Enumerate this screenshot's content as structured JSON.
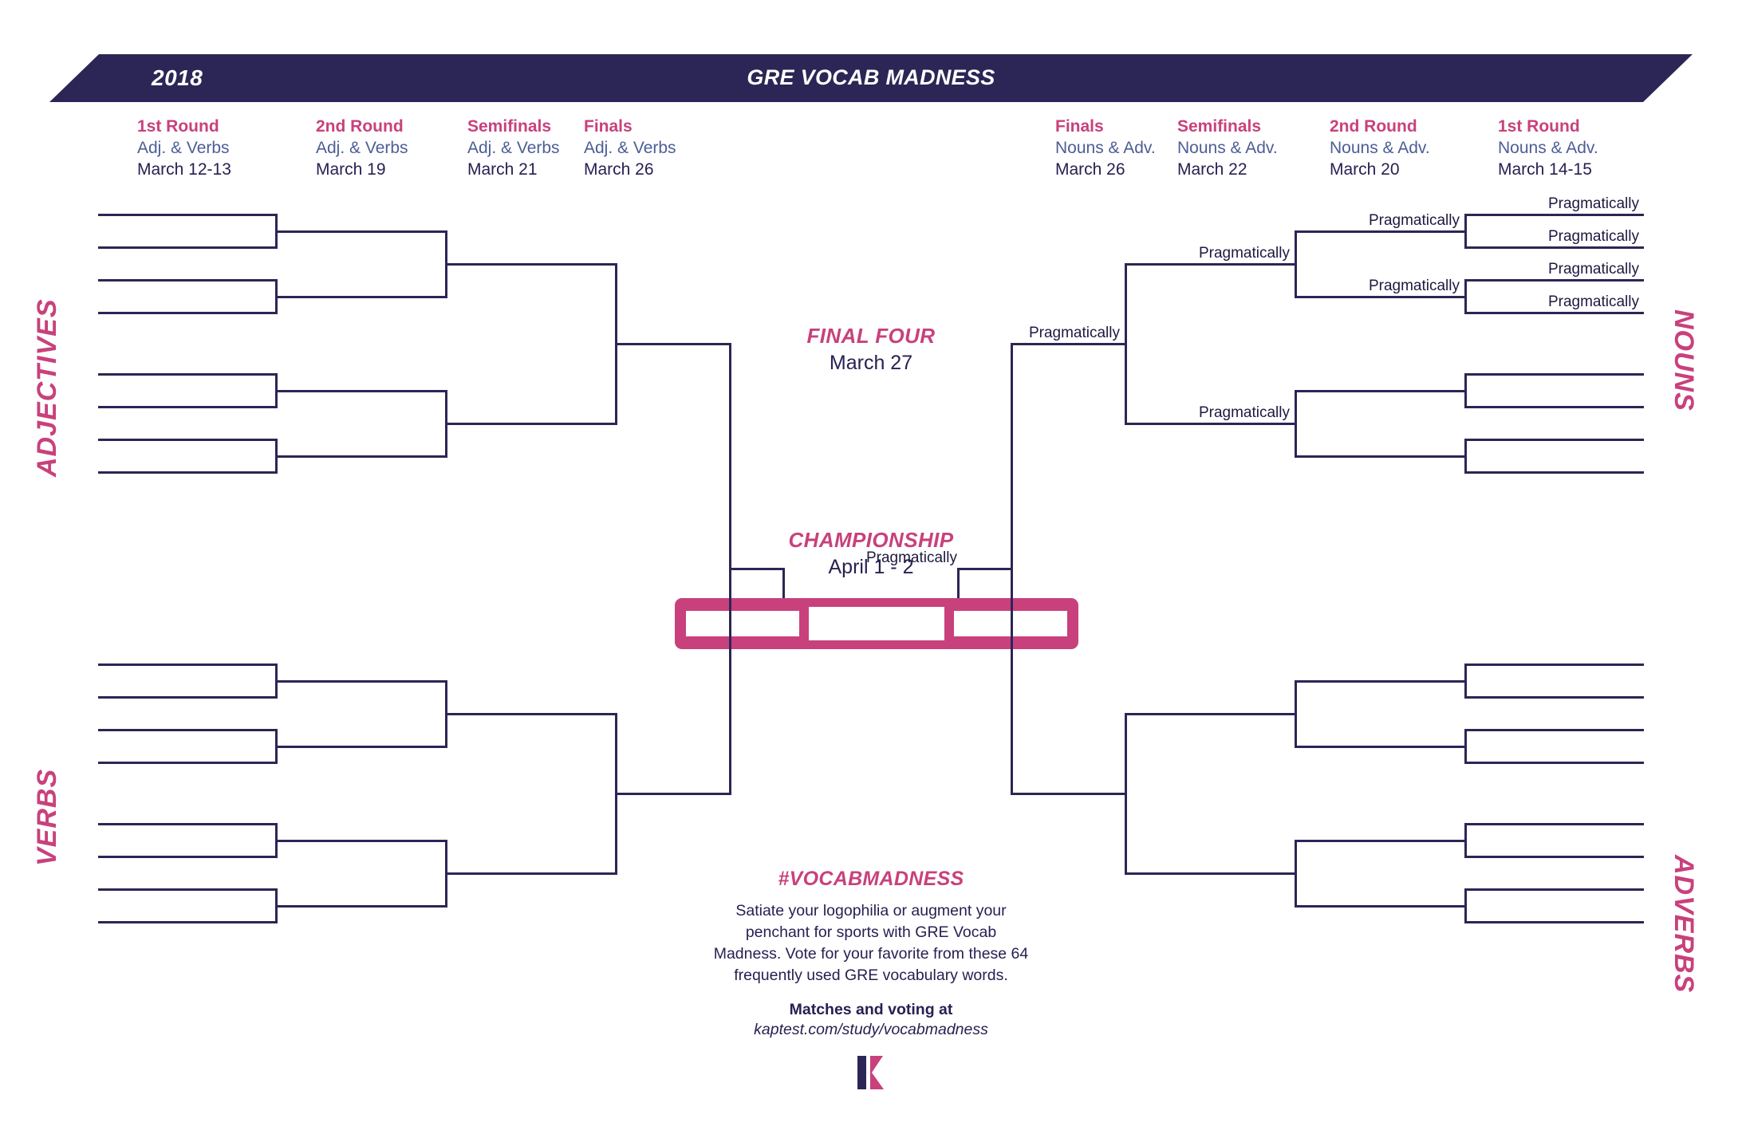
{
  "banner": {
    "year": "2018",
    "title": "GRE VOCAB MADNESS"
  },
  "rounds_left": [
    {
      "name": "1st Round",
      "group": "Adj. & Verbs",
      "date": "March 12-13"
    },
    {
      "name": "2nd Round",
      "group": "Adj. & Verbs",
      "date": "March 19"
    },
    {
      "name": "Semifinals",
      "group": "Adj. & Verbs",
      "date": "March 21"
    },
    {
      "name": "Finals",
      "group": "Adj. & Verbs",
      "date": "March 26"
    }
  ],
  "rounds_right": [
    {
      "name": "Finals",
      "group": "Nouns & Adv.",
      "date": "March 26"
    },
    {
      "name": "Semifinals",
      "group": "Nouns & Adv.",
      "date": "March 22"
    },
    {
      "name": "2nd Round",
      "group": "Nouns & Adv.",
      "date": "March 20"
    },
    {
      "name": "1st Round",
      "group": "Nouns & Adv.",
      "date": "March 14-15"
    }
  ],
  "side_labels": {
    "top_left": "ADJECTIVES",
    "bottom_left": "VERBS",
    "top_right": "NOUNS",
    "bottom_right": "ADVERBS"
  },
  "center": {
    "final_four_title": "FINAL FOUR",
    "final_four_date": "March 27",
    "championship_title": "CHAMPIONSHIP",
    "championship_date": "April 1 - 2"
  },
  "footer": {
    "hashtag": "#VOCABMADNESS",
    "description": "Satiate your logophilia or augment your penchant for sports with GRE Vocab Madness. Vote for your favorite from these 64 frequently used GRE vocabulary words.",
    "matches_label": "Matches and voting at",
    "url": "kaptest.com/study/vocabmadness",
    "logo": "kaplan-k-logo"
  },
  "colors": {
    "navy": "#2B2655",
    "pink": "#C8417C",
    "subtitle_blue": "#4C5E96",
    "white": "#FFFFFF"
  },
  "filled_entries": {
    "word": "Pragmatically",
    "nouns_round1": [
      "Pragmatically",
      "Pragmatically",
      "Pragmatically",
      "Pragmatically"
    ],
    "nouns_round2": [
      "Pragmatically",
      "Pragmatically"
    ],
    "nouns_semifinal": [
      "Pragmatically",
      "Pragmatically"
    ],
    "nouns_final": "Pragmatically",
    "nouns_finalfour": "Pragmatically"
  }
}
